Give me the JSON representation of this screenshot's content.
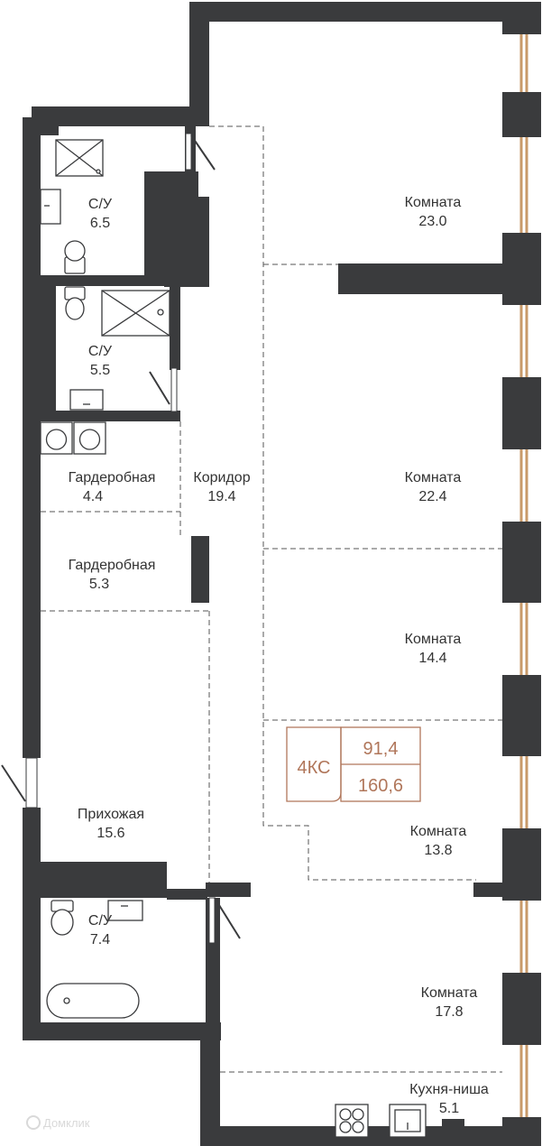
{
  "colors": {
    "wall": "#3a3b3d",
    "window_frame": "#c89a6a",
    "badge": "#b0765a",
    "dash": "#555555",
    "label": "#333333"
  },
  "rooms": [
    {
      "name": "Комната",
      "area": "23.0"
    },
    {
      "name": "Комната",
      "area": "22.4"
    },
    {
      "name": "Комната",
      "area": "14.4"
    },
    {
      "name": "Комната",
      "area": "13.8"
    },
    {
      "name": "Комната",
      "area": "17.8"
    },
    {
      "name": "Кухня-ниша",
      "area": "5.1"
    },
    {
      "name": "Коридор",
      "area": "19.4"
    },
    {
      "name": "С/У",
      "area": "6.5"
    },
    {
      "name": "С/У",
      "area": "5.5"
    },
    {
      "name": "С/У",
      "area": "7.4"
    },
    {
      "name": "Гардеробная",
      "area": "4.4"
    },
    {
      "name": "Гардеробная",
      "area": "5.3"
    },
    {
      "name": "Прихожая",
      "area": "15.6"
    }
  ],
  "badge": {
    "type": "4КС",
    "living_area": "91,4",
    "total_area": "160,6"
  },
  "watermark": "Домклик",
  "icons": [
    "shower-icon",
    "sink-icon",
    "toilet-icon",
    "washer-icon",
    "bathtub-icon",
    "stove-icon",
    "kitchen-sink-icon",
    "door-icon",
    "window-icon"
  ]
}
